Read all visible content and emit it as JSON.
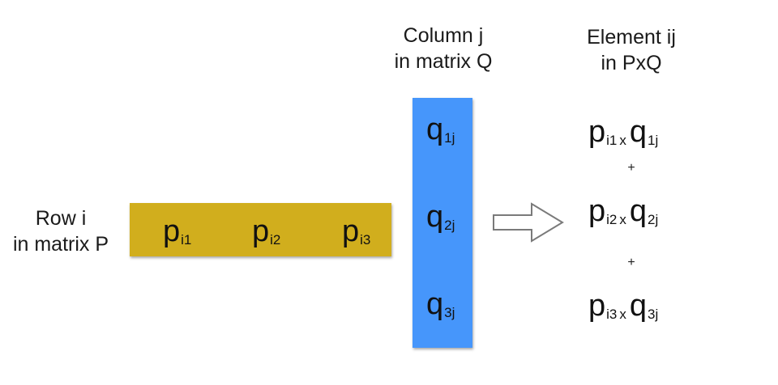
{
  "labels": {
    "row": [
      "Row i",
      "in matrix P"
    ],
    "column": [
      "Column j",
      "in matrix Q"
    ],
    "element": [
      "Element ij",
      "in PxQ"
    ]
  },
  "row_bar": {
    "color": "#d1ae1d",
    "items": [
      {
        "base": "p",
        "sub": "i1"
      },
      {
        "base": "p",
        "sub": "i2"
      },
      {
        "base": "p",
        "sub": "i3"
      }
    ]
  },
  "column_bar": {
    "color": "#4696fb",
    "items": [
      {
        "base": "q",
        "sub": "1j"
      },
      {
        "base": "q",
        "sub": "2j"
      },
      {
        "base": "q",
        "sub": "3j"
      }
    ]
  },
  "arrow": {
    "icon": "right-arrow-icon"
  },
  "result_terms": [
    {
      "p_base": "p",
      "p_sub": "i1",
      "times": "x",
      "q_base": "q",
      "q_sub": "1j"
    },
    {
      "p_base": "p",
      "p_sub": "i2",
      "times": "x",
      "q_base": "q",
      "q_sub": "2j"
    },
    {
      "p_base": "p",
      "p_sub": "i3",
      "times": "x",
      "q_base": "q",
      "q_sub": "3j"
    }
  ],
  "plus_signs": [
    "+",
    "+"
  ]
}
